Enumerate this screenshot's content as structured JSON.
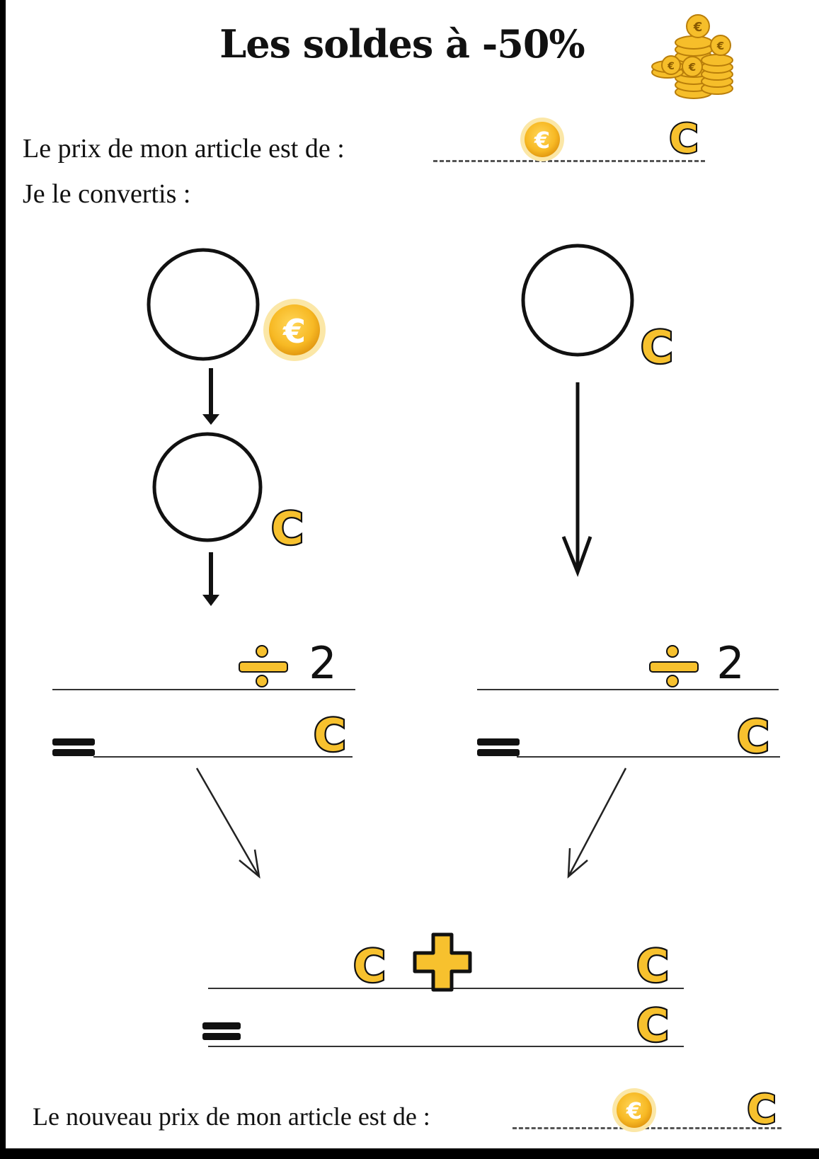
{
  "title": "Les soldes à -50%",
  "intro": {
    "price_label": "Le prix de mon article est de :",
    "convert_label": "Je le convertis :"
  },
  "operations": {
    "divide_left": "2",
    "divide_right": "2"
  },
  "conclusion": {
    "new_price_label": "Le nouveau prix de mon article est de :"
  },
  "icons": {
    "euro_coin": "euro-coin-icon",
    "cent": "cent-icon",
    "coins_stack": "coins-stack-icon",
    "divide": "divide-icon",
    "plus": "plus-icon",
    "equals": "equals-icon"
  },
  "colors": {
    "coin_yellow": "#F7C12E",
    "coin_dark": "#E0A21A",
    "ink": "#111111"
  }
}
